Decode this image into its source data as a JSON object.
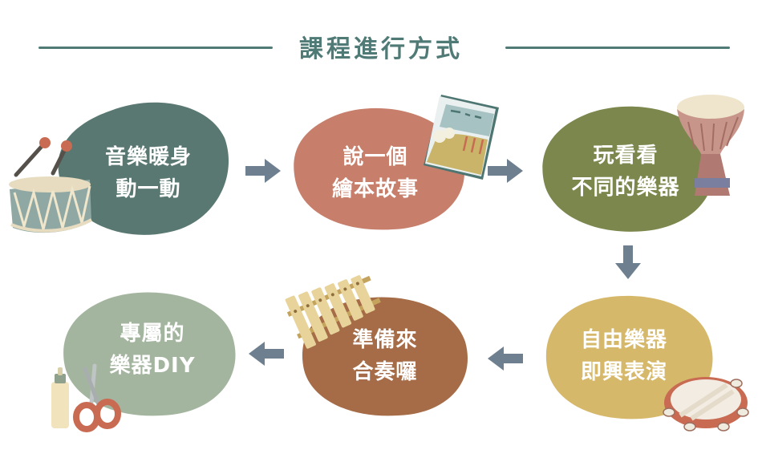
{
  "title": "課程進行方式",
  "colors": {
    "accent": "#4f7a76",
    "arrow": "#6e7f8f",
    "step1": "#5a7872",
    "step2": "#c77f6c",
    "step3": "#7b874d",
    "step4": "#d6b86b",
    "step5": "#a56c47",
    "step6": "#a4b59f"
  },
  "steps": [
    {
      "line1": "音樂暖身",
      "line2": "動一動",
      "icon": "drum-icon"
    },
    {
      "line1": "說一個",
      "line2": "繪本故事",
      "icon": "picture-book-icon"
    },
    {
      "line1": "玩看看",
      "line2": "不同的樂器",
      "icon": "djembe-icon"
    },
    {
      "line1": "自由樂器",
      "line2": "即興表演",
      "icon": "tambourine-icon"
    },
    {
      "line1": "準備來",
      "line2": "合奏囉",
      "icon": "xylophone-icon"
    },
    {
      "line1": "專屬的",
      "line2": "樂器DIY",
      "icon": "scissors-glue-icon"
    }
  ]
}
